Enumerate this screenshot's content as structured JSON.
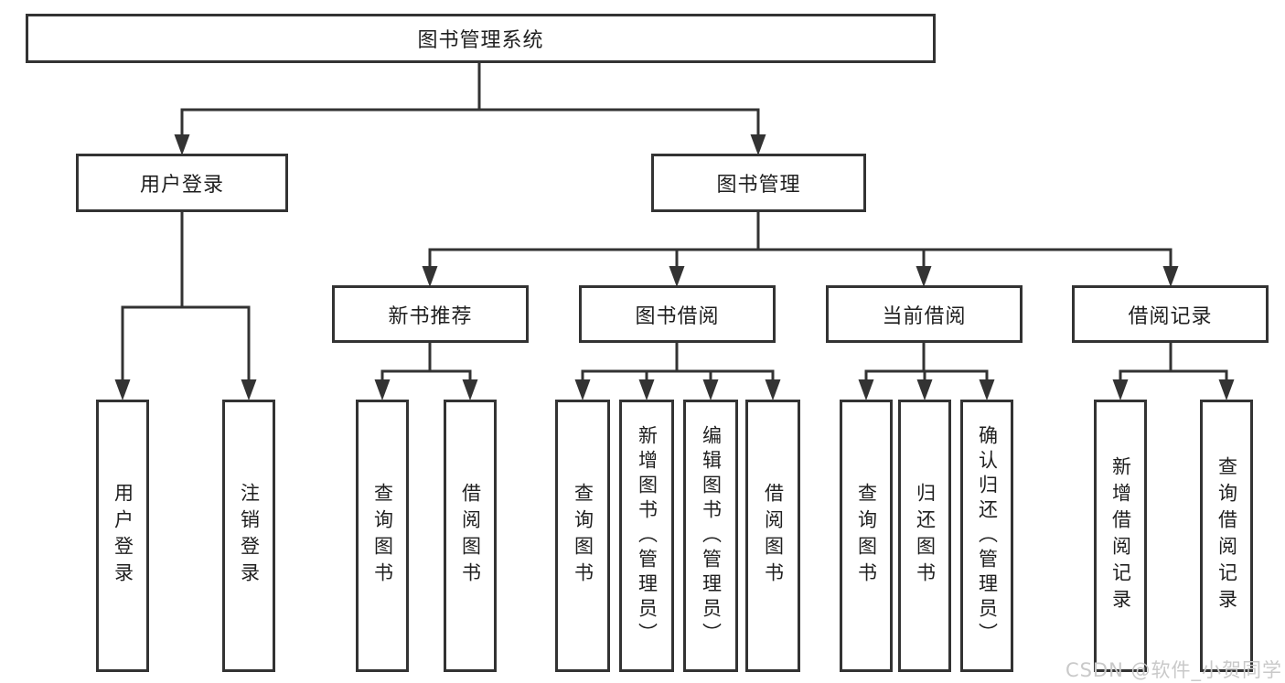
{
  "tree": {
    "root": {
      "label": "图书管理系统"
    },
    "children": [
      {
        "label": "用户登录",
        "leaves": [
          {
            "label": "用户登录"
          },
          {
            "label": "注销登录"
          }
        ]
      },
      {
        "label": "图书管理",
        "children": [
          {
            "label": "新书推荐",
            "leaves": [
              {
                "label": "查询图书"
              },
              {
                "label": "借阅图书"
              }
            ]
          },
          {
            "label": "图书借阅",
            "leaves": [
              {
                "label": "查询图书"
              },
              {
                "label": "新增图书（管理员）"
              },
              {
                "label": "编辑图书（管理员）"
              },
              {
                "label": "借阅图书"
              }
            ]
          },
          {
            "label": "当前借阅",
            "leaves": [
              {
                "label": "查询图书"
              },
              {
                "label": "归还图书"
              },
              {
                "label": "确认归还（管理员）"
              }
            ]
          },
          {
            "label": "借阅记录",
            "leaves": [
              {
                "label": "新增借阅记录"
              },
              {
                "label": "查询借阅记录"
              }
            ]
          }
        ]
      }
    ]
  },
  "watermark": "CSDN @软件_小贺同学",
  "colors": {
    "line": "#333333",
    "box_border": "#333333",
    "box_fill": "#ffffff",
    "text": "#1f1f1f",
    "watermark": "#c9c9c9"
  }
}
